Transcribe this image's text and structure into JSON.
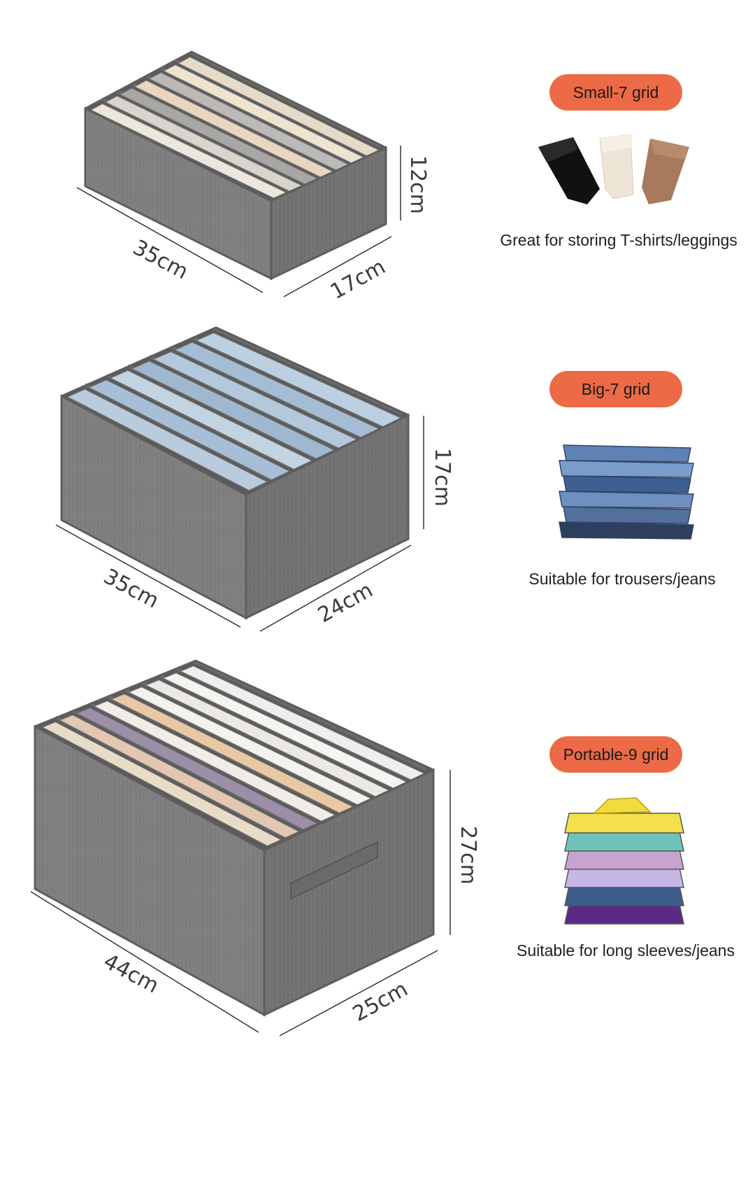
{
  "colors": {
    "pill": "#ec6a45",
    "box_front": "#808080",
    "box_side": "#747474",
    "box_edge": "#5e5e5e",
    "dim_line": "#333333"
  },
  "products": [
    {
      "label": "Small-7 grid",
      "description": "Great for storing T-shirts/leggings",
      "dimensions": {
        "length": "35cm",
        "width": "17cm",
        "height": "12cm"
      },
      "contents": "tshirts-leggings"
    },
    {
      "label": "Big-7 grid",
      "description": "Suitable for trousers/jeans",
      "dimensions": {
        "length": "35cm",
        "width": "24cm",
        "height": "17cm"
      },
      "contents": "jeans"
    },
    {
      "label": "Portable-9 grid",
      "description": "Suitable for long sleeves/jeans",
      "dimensions": {
        "length": "44cm",
        "width": "25cm",
        "height": "27cm"
      },
      "contents": "polo-shirts"
    }
  ]
}
